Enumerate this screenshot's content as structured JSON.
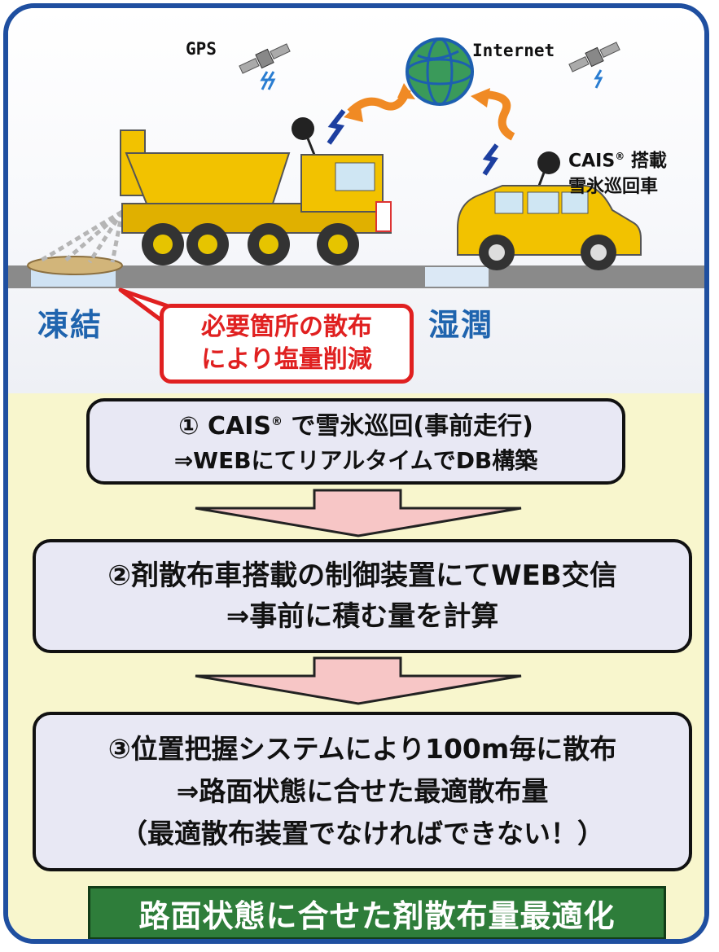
{
  "top": {
    "gps_label": "GPS",
    "internet_label": "Internet",
    "cais_line1": "CAIS",
    "cais_reg": "®",
    "cais_line1_suffix": "搭載",
    "cais_line2": "雪氷巡回車",
    "frozen_label": "凍結",
    "wet_label": "湿潤",
    "callout_line1": "必要箇所の散布",
    "callout_line2": "により塩量削減"
  },
  "steps": [
    {
      "line1_prefix": "① CAIS",
      "line1_reg": "®",
      "line1_suffix": " で雪氷巡回(事前走行)",
      "line2": "⇒WEBにてリアルタイムでDB構築"
    },
    {
      "line1": "②剤散布車搭載の制御装置にてWEB交信",
      "line2": "⇒事前に積む量を計算"
    },
    {
      "line1": "③位置把握システムにより100m毎に散布",
      "line2": "⇒路面状態に合せた最適散布量",
      "line3": "（最適散布装置でなければできない！）"
    }
  ],
  "result": {
    "label": "路面状態に合せた剤散布量最適化"
  },
  "colors": {
    "frame": "#1f4fa0",
    "accent_blue": "#1f64ae",
    "callout_red": "#e02020",
    "lower_bg": "#f8f6cd",
    "step_bg": "#e8e8f4",
    "arrow_pink": "#f7c6c6",
    "result_green": "#2e7d3a",
    "vehicle_yellow": "#f2c200"
  },
  "icons": [
    "satellite-icon",
    "globe-icon",
    "signal-icon",
    "antenna-icon",
    "spreader-truck-icon",
    "patrol-car-icon",
    "down-arrow-icon"
  ]
}
